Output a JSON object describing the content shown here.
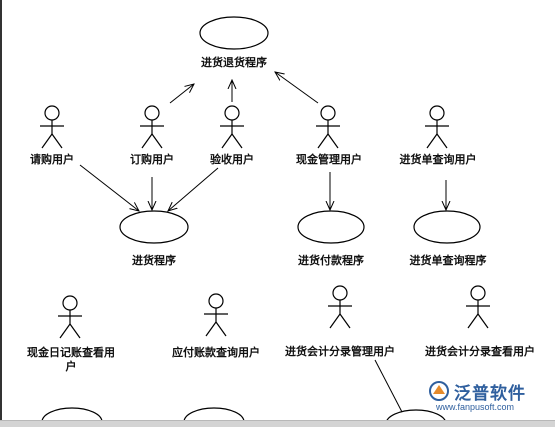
{
  "actors": {
    "qinggou": "请购用户",
    "dinggou": "订购用户",
    "yanshou": "验收用户",
    "xianjin_guanli": "现金管理用户",
    "jinhuodan_chaxun": "进货单查询用户",
    "xianjin_riji": "现金日记账查看用户",
    "yingfu_chaxun": "应付账款查询用户",
    "kuaiji_guanli": "进货会计分录管理用户",
    "kuaiji_chakan": "进货会计分录查看用户"
  },
  "usecases": {
    "tuihuo": "进货退货程序",
    "jinhuo": "进货程序",
    "fukuan": "进货付款程序",
    "danchaxun": "进货单查询程序"
  },
  "watermark": {
    "name": "泛普软件",
    "url": "www.fanpusoft.com"
  }
}
